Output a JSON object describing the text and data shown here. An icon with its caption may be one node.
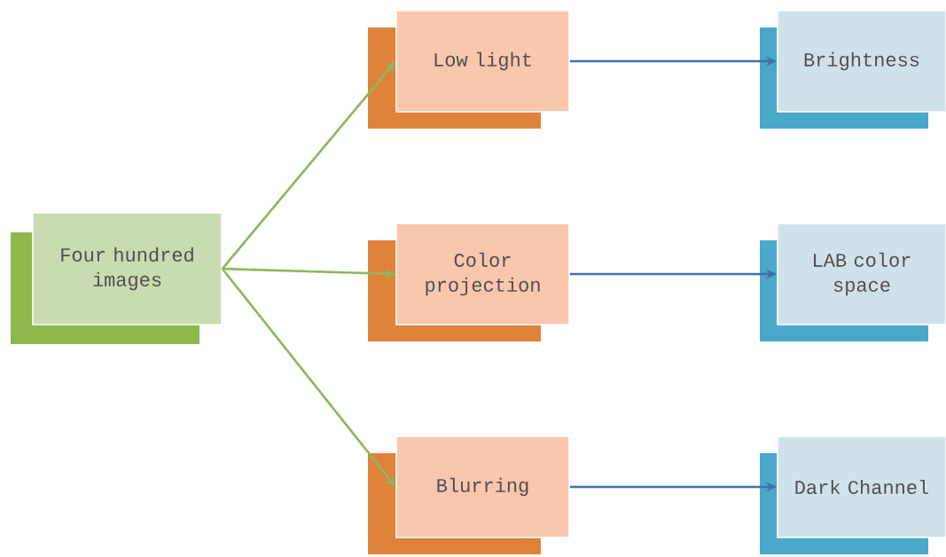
{
  "diagram": {
    "nodes": [
      {
        "text": [
          "Four hundred images"
        ]
      },
      {
        "text": [
          "Low light"
        ]
      },
      {
        "text": [
          "Color projection"
        ]
      },
      {
        "text": [
          "Blurring"
        ]
      },
      {
        "text": [
          "Brightness"
        ]
      },
      {
        "text": [
          "LAB color space"
        ]
      },
      {
        "text": [
          "Dark Channel"
        ]
      }
    ],
    "edges": [
      {
        "from": 0,
        "to": 1,
        "arrow": "to",
        "color": "#8db85a"
      },
      {
        "from": 0,
        "to": 2,
        "arrow": "to",
        "color": "#8db85a"
      },
      {
        "from": 0,
        "to": 3,
        "arrow": "to",
        "color": "#8db85a"
      },
      {
        "from": 1,
        "to": 4,
        "arrow": "to",
        "color": "#3f6fb0"
      },
      {
        "from": 2,
        "to": 5,
        "arrow": "to",
        "color": "#3f6fb0"
      },
      {
        "from": 3,
        "to": 6,
        "arrow": "to",
        "color": "#3f6fb0"
      }
    ]
  }
}
